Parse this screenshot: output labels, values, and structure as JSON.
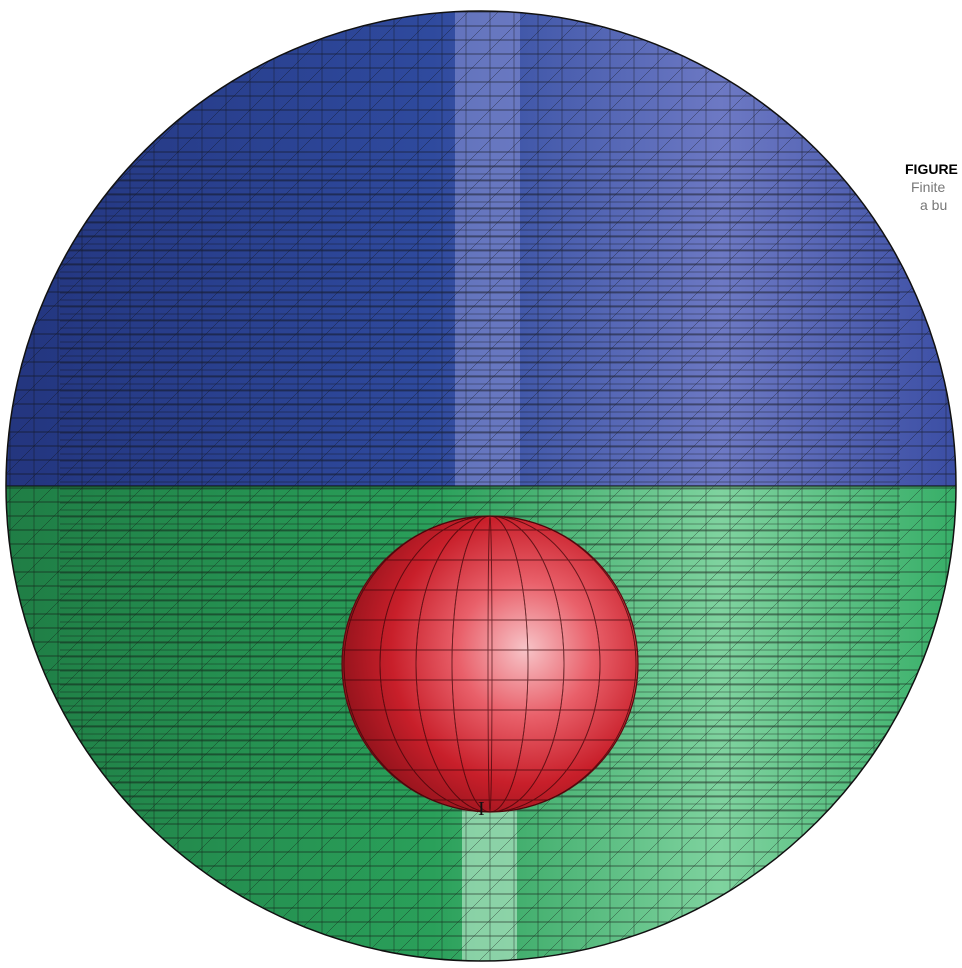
{
  "caption": {
    "label": "FIGURE",
    "line1": "Finite",
    "line2": "a bu"
  },
  "mesh_marker": "I",
  "colors": {
    "upper_domain": "#2f4a9e",
    "upper_domain_highlight": "#b3b9e6",
    "lower_domain": "#2aa05a",
    "lower_domain_highlight": "#a9e3bf",
    "sphere": "#d42a33",
    "sphere_highlight": "#f7c4c8",
    "mesh_lines": "#111111"
  }
}
